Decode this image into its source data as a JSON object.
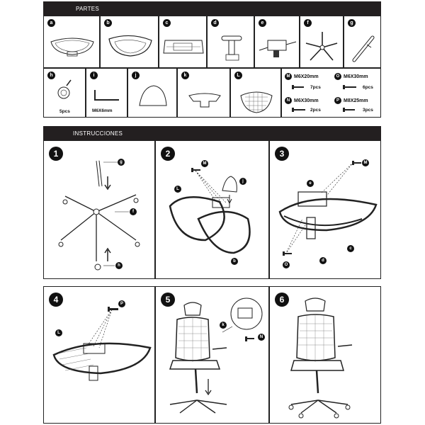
{
  "sections": {
    "parts_title": "PARTES",
    "instructions_title": "INSTRUCCIONES"
  },
  "parts": [
    {
      "letter": "a",
      "icon": "seat-mesh-frame-icon"
    },
    {
      "letter": "b",
      "icon": "backrest-frame-icon"
    },
    {
      "letter": "c",
      "icon": "seat-base-icon"
    },
    {
      "letter": "d",
      "icon": "armrest-icon"
    },
    {
      "letter": "e",
      "icon": "mechanism-icon"
    },
    {
      "letter": "f",
      "icon": "star-base-icon"
    },
    {
      "letter": "g",
      "icon": "gas-cylinder-icon"
    },
    {
      "letter": "h",
      "icon": "caster-wheel-icon",
      "note": "5pcs"
    },
    {
      "letter": "i",
      "icon": "allen-key-icon",
      "note": "M6X6mm"
    },
    {
      "letter": "j",
      "icon": "headrest-icon"
    },
    {
      "letter": "k",
      "icon": "cover-piece-icon"
    },
    {
      "letter": "L",
      "icon": "backrest-mesh-icon"
    }
  ],
  "screws": [
    {
      "letter": "M",
      "size": "M6X20mm",
      "qty": "7pcs"
    },
    {
      "letter": "O",
      "size": "M6X30mm",
      "qty": "6pcs"
    },
    {
      "letter": "N",
      "size": "M6X30mm",
      "qty": "2pcs"
    },
    {
      "letter": "P",
      "size": "M8X25mm",
      "qty": "3pcs"
    }
  ],
  "steps": [
    {
      "number": "1",
      "tags": [
        "g",
        "f",
        "h"
      ]
    },
    {
      "number": "2",
      "tags": [
        "M",
        "j",
        "L",
        "b"
      ]
    },
    {
      "number": "3",
      "tags": [
        "M",
        "e",
        "c",
        "d",
        "O"
      ]
    },
    {
      "number": "4",
      "tags": [
        "P",
        "L"
      ]
    },
    {
      "number": "5",
      "tags": [
        "k",
        "N"
      ]
    },
    {
      "number": "6",
      "tags": []
    }
  ]
}
